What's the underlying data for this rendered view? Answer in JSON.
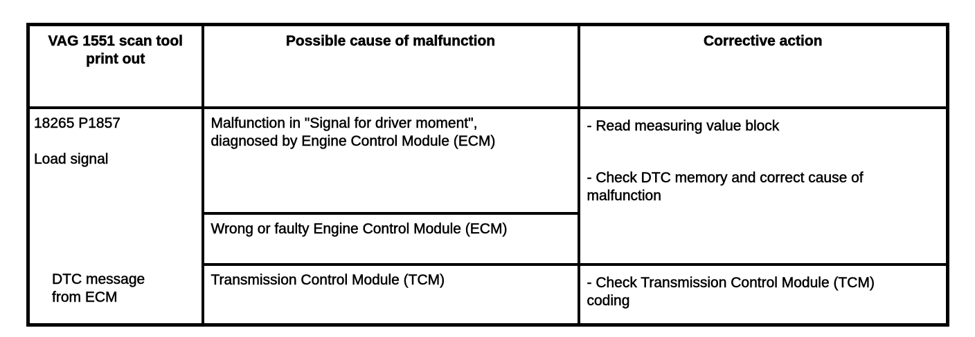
{
  "document": {
    "table": {
      "headers": {
        "scan_tool": "VAG 1551 scan tool\nprint out",
        "cause": "Possible cause of malfunction",
        "action": "Corrective action"
      },
      "scan_tool_cell": {
        "dtc_code": "18265 P1857",
        "dtc_name": "Load signal",
        "dtc_source": "DTC message\nfrom ECM"
      },
      "causes": [
        "Malfunction in \"Signal for driver moment\",\ndiagnosed by Engine Control Module (ECM)",
        "Wrong or faulty Engine Control Module (ECM)",
        "Transmission Control Module (TCM)"
      ],
      "actions": {
        "for_ecm_causes": [
          "- Read measuring value block",
          "- Check DTC memory and correct cause of\nmalfunction"
        ],
        "for_tcm_cause": [
          "- Check Transmission Control Module (TCM)\ncoding"
        ]
      },
      "colors": {
        "border": "#000000",
        "text": "#000000",
        "background": "#ffffff"
      }
    }
  }
}
